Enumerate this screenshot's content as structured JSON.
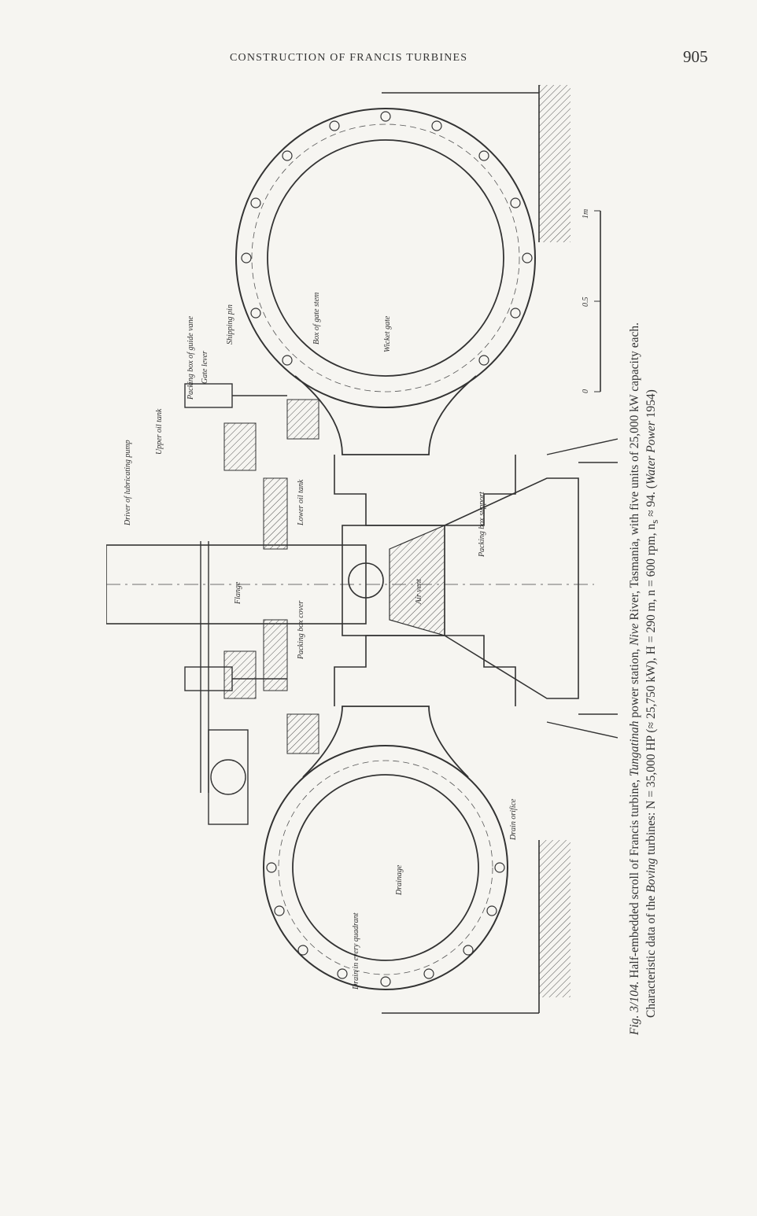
{
  "header": {
    "running_head": "CONSTRUCTION OF FRANCIS TURBINES",
    "page_number": "905"
  },
  "figure": {
    "labels": {
      "box_of_gate_stem": "Box of gate stem",
      "wicket_gate": "Wicket gate",
      "shipping_pin": "Shipping pin",
      "packing_box_of_guide_vane": "Packing box of guide vane",
      "gate_lever": "Gate lever",
      "upper_oil_tank": "Upper oil tank",
      "lower_oil_tank": "Lower oil tank",
      "packing_box_support": "Packing box support",
      "air_vent": "Air vent",
      "flange": "Flange",
      "packing_box_cover": "Packing box cover",
      "drain_orifice": "Drain orifice",
      "drainage": "Drainage",
      "drain_every_quadrant": "Drain in every quadrant",
      "driver_oil_lubricating_pump": "Driver of lubricating pump"
    },
    "scale": {
      "tick_0": "0",
      "tick_mid": "0.5",
      "tick_end": "1m"
    }
  },
  "caption": {
    "fig_label": "Fig. 3/104.",
    "line1_a": " Half-embedded scroll of Francis turbine, ",
    "station": "Tungatinah",
    "line1_b": " power station, ",
    "river": "Nive",
    "line1_c": " River, Tasmania, with five units of 25,000 kW capacity each.",
    "line2_a": "Characteristic data of the ",
    "maker": "Boving",
    "line2_b": " turbines: N = 35,000 HP (≈ 25,750 kW), H = 290 m, n = 600 rpm, n",
    "ns_sub": "s",
    "line2_c": " ≈ 94. (",
    "source": "Water Power",
    "line2_d": " 1954)"
  }
}
